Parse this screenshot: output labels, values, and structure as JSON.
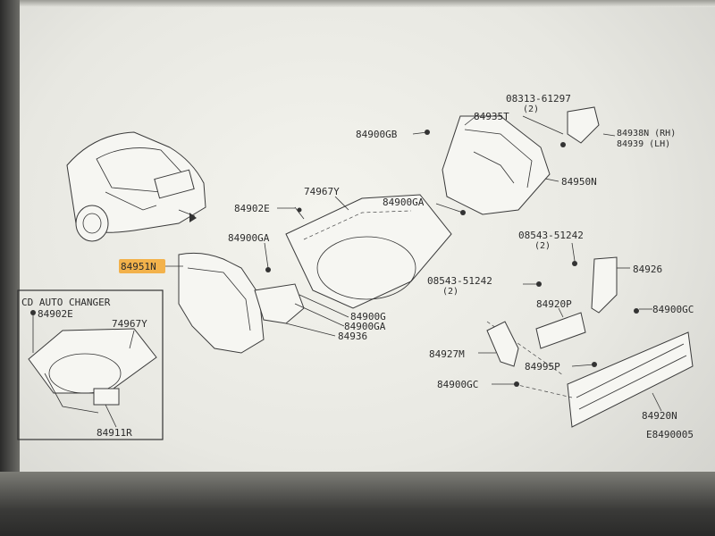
{
  "diagram": {
    "inset_title": "CD AUTO CHANGER",
    "figure_code": "E8490005",
    "highlighted_label": "84951N",
    "labels": {
      "gb": "84900GB",
      "n935t": "84935T",
      "s1": "08313-61297",
      "s1_qty": "(2)",
      "rh": "84938N (RH)",
      "lh": "84939  (LH)",
      "n950n": "84950N",
      "e902": "84902E",
      "y967": "74967Y",
      "ga1": "84900GA",
      "ga2": "84900GA",
      "s2": "08543-51242",
      "s2_qty": "(2)",
      "n926": "84926",
      "s3": "08543-51242",
      "s3_qty": "(2)",
      "p920": "84920P",
      "gc1": "84900GC",
      "g": "84900G",
      "ga3": "84900GA",
      "n936": "84936",
      "m927": "84927M",
      "p995": "84995P",
      "gc2": "84900GC",
      "n920": "84920N",
      "inset_e902": "84902E",
      "inset_y967": "74967Y",
      "inset_r911": "84911R"
    }
  }
}
